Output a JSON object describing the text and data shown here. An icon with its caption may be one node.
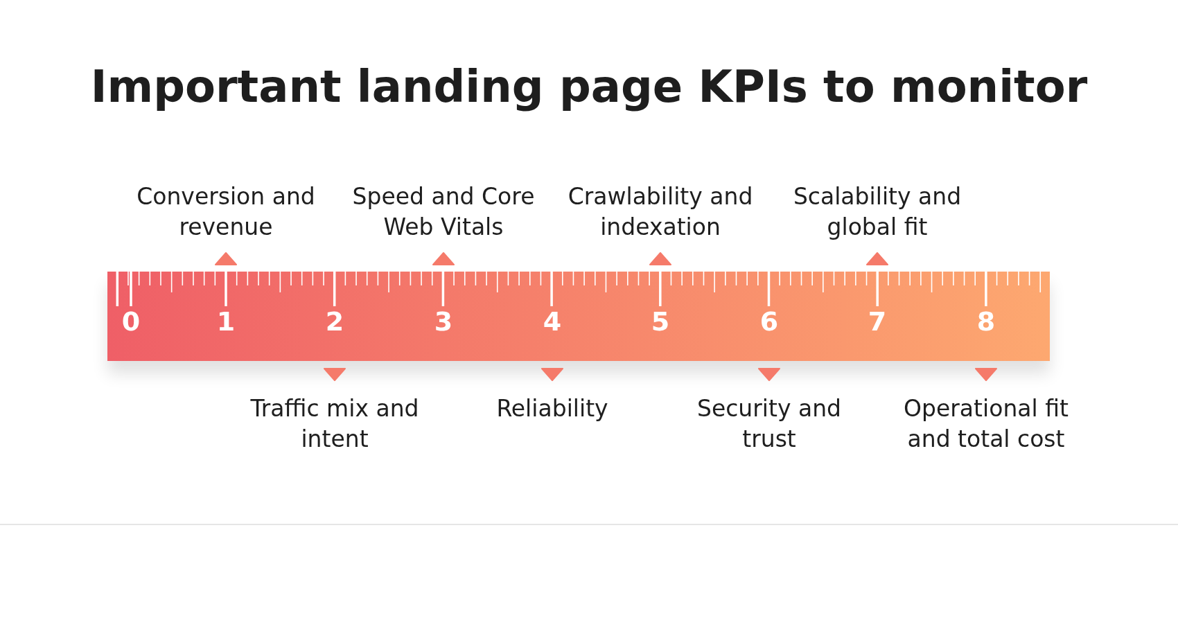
{
  "diagram": {
    "title": "Important landing page KPIs to monitor",
    "labels": [
      "Conversion and revenue",
      "Speed and Core Web Vitals",
      "Crawlability and indexation",
      "Scalability and global fit",
      "0",
      "1",
      "2",
      "3",
      "4",
      "5",
      "6",
      "7",
      "8",
      "Traffic mix and intent",
      "Reliability",
      "Security and trust",
      "Operational fit and total cost"
    ]
  }
}
